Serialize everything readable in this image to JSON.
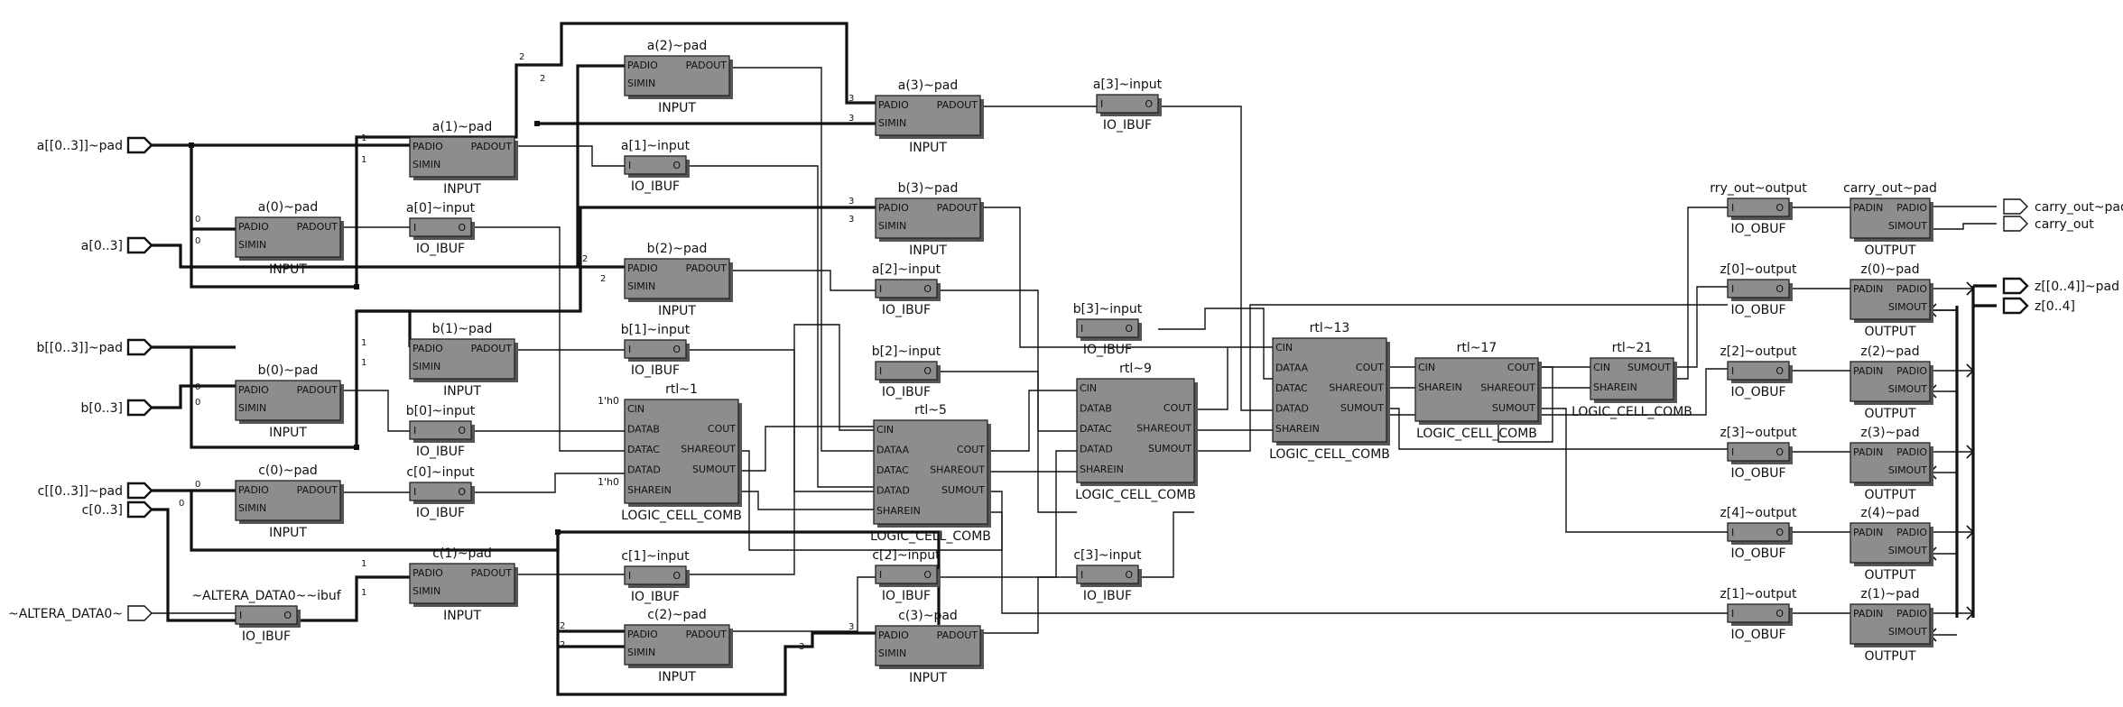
{
  "ports_in": {
    "a_bus_pad": "a[[0..3]]~pad",
    "a_bus": "a[0..3]",
    "b_bus_pad": "b[[0..3]]~pad",
    "b_bus": "b[0..3]",
    "c_bus_pad": "c[[0..3]]~pad",
    "c_bus": "c[0..3]",
    "altera": "~ALTERA_DATA0~"
  },
  "ports_out": {
    "carry_out_pad": "carry_out~pad",
    "carry_out": "carry_out",
    "z_bus_pad": "z[[0..4]]~pad",
    "z_bus": "z[0..4]"
  },
  "pad_blocks": [
    {
      "title": "a(2)~pad",
      "type": "INPUT"
    },
    {
      "title": "a(3)~pad",
      "type": "INPUT"
    },
    {
      "title": "a(1)~pad",
      "type": "INPUT"
    },
    {
      "title": "a(0)~pad",
      "type": "INPUT"
    },
    {
      "title": "b(3)~pad",
      "type": "INPUT"
    },
    {
      "title": "b(2)~pad",
      "type": "INPUT"
    },
    {
      "title": "b(1)~pad",
      "type": "INPUT"
    },
    {
      "title": "b(0)~pad",
      "type": "INPUT"
    },
    {
      "title": "c(0)~pad",
      "type": "INPUT"
    },
    {
      "title": "c(1)~pad",
      "type": "INPUT"
    },
    {
      "title": "c(2)~pad",
      "type": "INPUT"
    },
    {
      "title": "c(3)~pad",
      "type": "INPUT"
    }
  ],
  "pad_pins": {
    "in1": "PADIO",
    "in2": "SIMIN",
    "out": "PADOUT"
  },
  "ibufs": [
    {
      "title": "a[3]~input",
      "type": "IO_IBUF"
    },
    {
      "title": "a[1]~input",
      "type": "IO_IBUF"
    },
    {
      "title": "a[0]~input",
      "type": "IO_IBUF"
    },
    {
      "title": "a[2]~input",
      "type": "IO_IBUF"
    },
    {
      "title": "b[1]~input",
      "type": "IO_IBUF"
    },
    {
      "title": "b[0]~input",
      "type": "IO_IBUF"
    },
    {
      "title": "b[3]~input",
      "type": "IO_IBUF"
    },
    {
      "title": "b[2]~input",
      "type": "IO_IBUF"
    },
    {
      "title": "c[0]~input",
      "type": "IO_IBUF"
    },
    {
      "title": "c[1]~input",
      "type": "IO_IBUF"
    },
    {
      "title": "c[2]~input",
      "type": "IO_IBUF"
    },
    {
      "title": "c[3]~input",
      "type": "IO_IBUF"
    },
    {
      "title": "~ALTERA_DATA0~~ibuf",
      "type": "IO_IBUF"
    }
  ],
  "buf_pins": {
    "in": "I",
    "out": "O"
  },
  "obufs": [
    {
      "title": "rry_out~output",
      "type": "IO_OBUF"
    },
    {
      "title": "z[0]~output",
      "type": "IO_OBUF"
    },
    {
      "title": "z[2]~output",
      "type": "IO_OBUF"
    },
    {
      "title": "z[3]~output",
      "type": "IO_OBUF"
    },
    {
      "title": "z[4]~output",
      "type": "IO_OBUF"
    },
    {
      "title": "z[1]~output",
      "type": "IO_OBUF"
    }
  ],
  "out_pads": [
    {
      "title": "carry_out~pad",
      "type": "OUTPUT"
    },
    {
      "title": "z(0)~pad",
      "type": "OUTPUT"
    },
    {
      "title": "z(2)~pad",
      "type": "OUTPUT"
    },
    {
      "title": "z(3)~pad",
      "type": "OUTPUT"
    },
    {
      "title": "z(4)~pad",
      "type": "OUTPUT"
    },
    {
      "title": "z(1)~pad",
      "type": "OUTPUT"
    }
  ],
  "out_pad_pins": {
    "in": "PADIN",
    "io": "PADIO",
    "out": "SIMOUT"
  },
  "logic_cells": [
    {
      "title": "rtl~1",
      "type": "LOGIC_CELL_COMB",
      "pins_left": [
        "CIN",
        "DATAB",
        "DATAC",
        "DATAD",
        "SHAREIN"
      ],
      "pins_right": [
        "COUT",
        "SHAREOUT",
        "SUMOUT"
      ]
    },
    {
      "title": "rtl~5",
      "type": "LOGIC_CELL_COMB",
      "pins_left": [
        "CIN",
        "DATAA",
        "DATAC",
        "DATAD",
        "SHAREIN"
      ],
      "pins_right": [
        "COUT",
        "SHAREOUT",
        "SUMOUT"
      ]
    },
    {
      "title": "rtl~9",
      "type": "LOGIC_CELL_COMB",
      "pins_left": [
        "CIN",
        "DATAB",
        "DATAC",
        "DATAD",
        "SHAREIN"
      ],
      "pins_right": [
        "COUT",
        "SHAREOUT",
        "SUMOUT"
      ]
    },
    {
      "title": "rtl~13",
      "type": "LOGIC_CELL_COMB",
      "pins_left": [
        "CIN",
        "DATAA",
        "DATAC",
        "DATAD",
        "SHAREIN"
      ],
      "pins_right": [
        "COUT",
        "SHAREOUT",
        "SUMOUT"
      ]
    },
    {
      "title": "rtl~17",
      "type": "LOGIC_CELL_COMB",
      "pins_left": [
        "CIN",
        "SHAREIN"
      ],
      "pins_right": [
        "COUT",
        "SHAREOUT",
        "SUMOUT"
      ]
    },
    {
      "title": "rtl~21",
      "type": "LOGIC_CELL_COMB",
      "pins_left": [
        "CIN",
        "SHAREIN"
      ],
      "pins_right": [
        "SUMOUT"
      ]
    }
  ],
  "constants": {
    "zero": "1'h0"
  },
  "bus_indices": [
    "0",
    "1",
    "2",
    "3"
  ]
}
